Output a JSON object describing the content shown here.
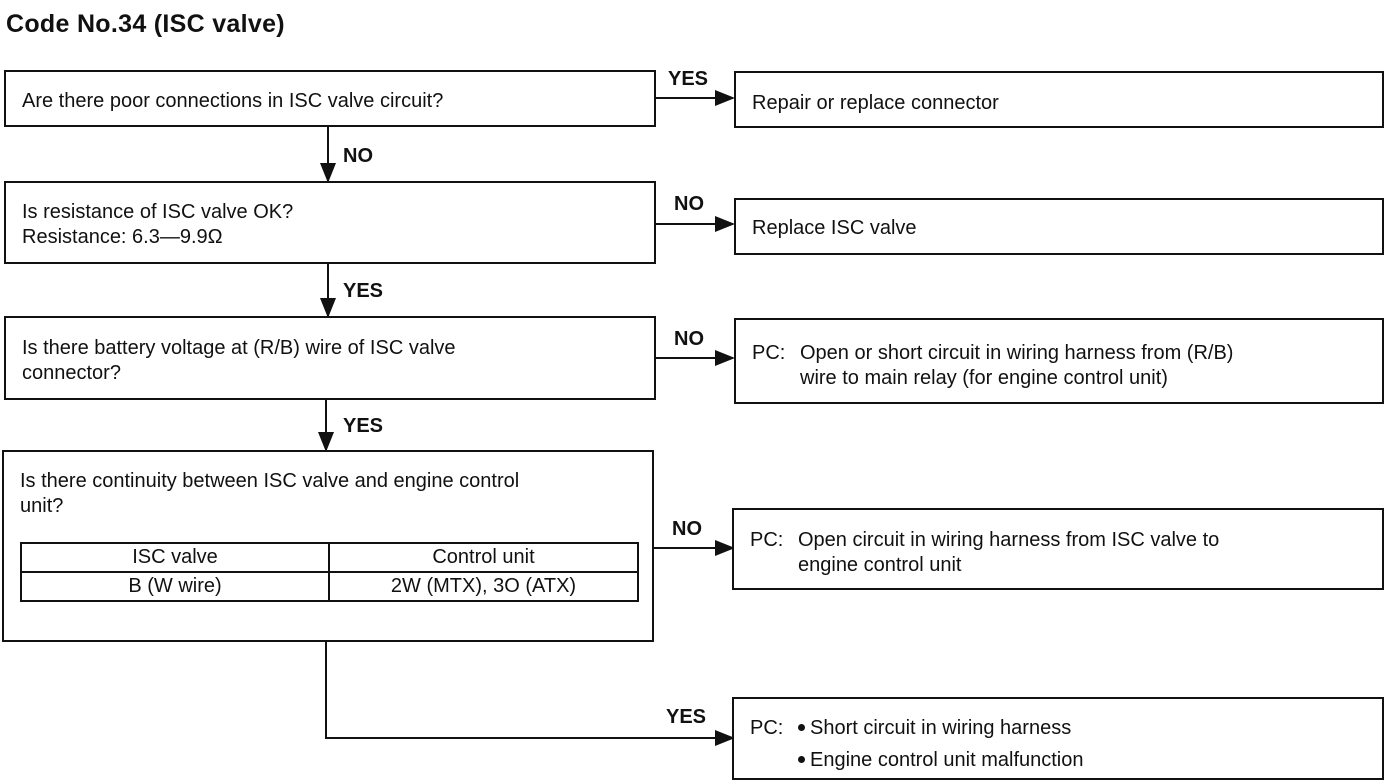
{
  "title": "Code No.34 (ISC valve)",
  "steps": [
    {
      "question": "Are there poor connections in ISC valve circuit?",
      "branch_label": "YES",
      "result": "Repair or replace connector",
      "next_label": "NO"
    },
    {
      "question_line1": "Is resistance of ISC valve OK?",
      "question_line2": "Resistance: 6.3—9.9Ω",
      "branch_label": "NO",
      "result": "Replace ISC valve",
      "next_label": "YES"
    },
    {
      "question_line1": "Is there battery voltage at (R/B) wire of ISC valve",
      "question_line2": "connector?",
      "branch_label": "NO",
      "result_prefix": "PC:",
      "result_line1": "Open or short circuit in wiring harness from (R/B)",
      "result_line2": "wire to main relay (for engine control unit)",
      "next_label": "YES"
    },
    {
      "question_line1": "Is there continuity between ISC valve and engine control",
      "question_line2": "unit?",
      "branch_label": "NO",
      "result_prefix": "PC:",
      "result_line1": "Open circuit in wiring harness from ISC valve to",
      "result_line2": "engine control unit",
      "next_label": "YES"
    }
  ],
  "continuity_table": {
    "headers": [
      "ISC valve",
      "Control unit"
    ],
    "row": [
      "B (W wire)",
      "2W (MTX), 3O (ATX)"
    ]
  },
  "final": {
    "prefix": "PC:",
    "items": [
      "Short circuit in wiring harness",
      "Engine control unit malfunction"
    ]
  }
}
